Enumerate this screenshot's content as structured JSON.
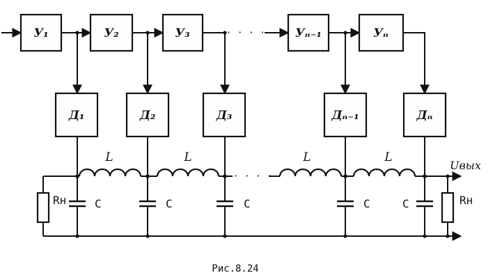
{
  "amplifiers": [
    "У₁",
    "У₂",
    "У₃",
    "Уₙ₋₁",
    "Уₙ"
  ],
  "detectors": [
    "Д₁",
    "Д₂",
    "Д₃",
    "Дₙ₋₁",
    "Дₙ"
  ],
  "inductor_label": "L",
  "capacitor_label": "C",
  "load_left_label": "Rн",
  "load_right_label": "Rн",
  "output_label": "Uвых",
  "ellipsis": "· · · ·",
  "caption": "Рис.8.24"
}
